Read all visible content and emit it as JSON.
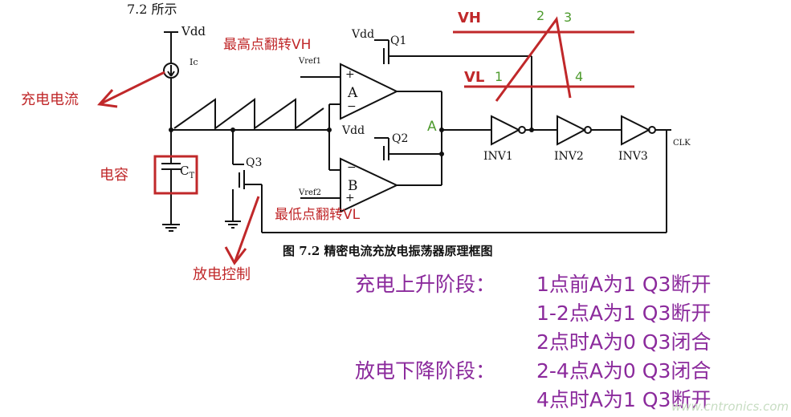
{
  "diagram": {
    "top_note": "7.2 所示",
    "vdd": "Vdd",
    "ic": "Ic",
    "ct": "C",
    "ct_sub": "T",
    "vref1": "Vref1",
    "vref2": "Vref2",
    "comp_a": "A",
    "comp_b": "B",
    "q1": "Q1",
    "q2": "Q2",
    "q3": "Q3",
    "node_a": "A",
    "inv1": "INV1",
    "inv2": "INV2",
    "inv3": "INV3",
    "clk": "CLK",
    "caption": "图 7.2   精密电流充放电振荡器原理框图"
  },
  "annotations": {
    "charge_current": "充电电流",
    "capacitor": "电容",
    "discharge_control": "放电控制",
    "highest_flip": "最高点翻转VH",
    "lowest_flip": "最低点翻转VL",
    "vh": "VH",
    "vl": "VL",
    "pt1": "1",
    "pt2": "2",
    "pt3": "3",
    "pt4": "4"
  },
  "explanation": {
    "charge_phase": "充电上升阶段：",
    "discharge_phase": "放电下降阶段：",
    "lines": [
      "1点前A为1 Q3断开",
      "1-2点A为1 Q3断开",
      "2点时A为0 Q3闭合",
      "2-4点A为0 Q3闭合",
      "4点时A为1 Q3断开"
    ]
  },
  "watermark": "www.cntronics.com",
  "colors": {
    "annotation_red": "#c0282a",
    "point_green": "#4e9b2e",
    "text_purple": "#8b2a9c"
  }
}
